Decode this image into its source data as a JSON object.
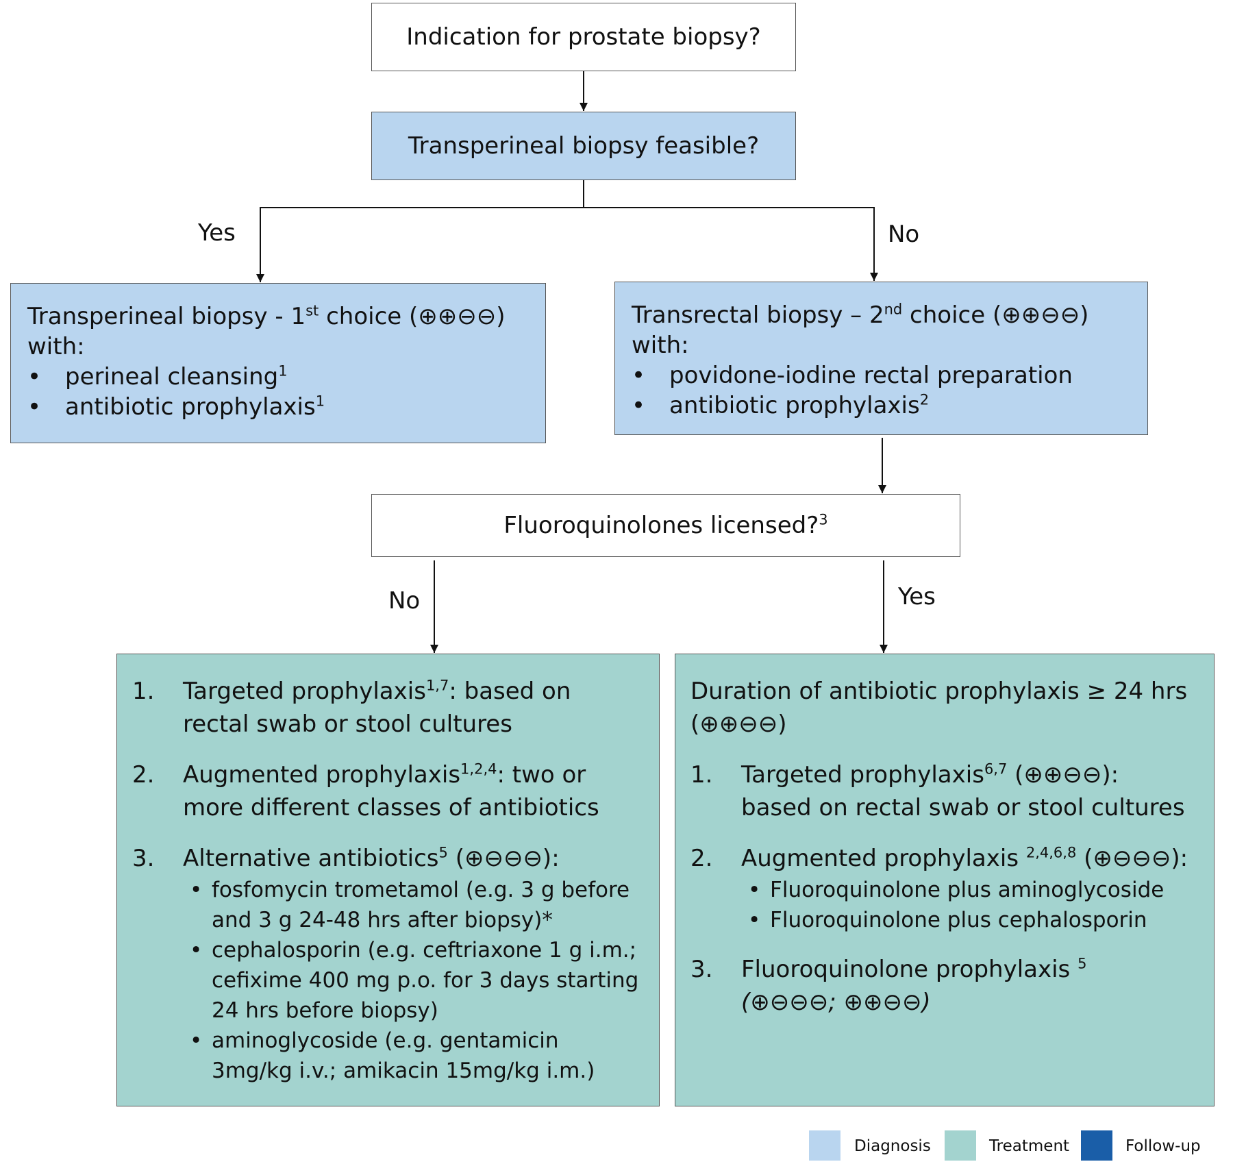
{
  "nodes": {
    "indication": "Indication for prostate biopsy?",
    "feasible": "Transperineal biopsy feasible?",
    "transperineal": {
      "title": "Transperineal biopsy - 1",
      "title_sup": "st",
      "title_rest": " choice (⊕⊕⊖⊖)",
      "with": "with:",
      "items": [
        {
          "text": "perineal cleansing",
          "sup": "1"
        },
        {
          "text": "antibiotic prophylaxis",
          "sup": "1"
        }
      ]
    },
    "transrectal": {
      "title": "Transrectal biopsy – 2",
      "title_sup": "nd",
      "title_rest": " choice (⊕⊕⊖⊖)",
      "with": "with:",
      "items": [
        {
          "text": "povidone-iodine rectal preparation",
          "sup": ""
        },
        {
          "text": "antibiotic prophylaxis",
          "sup": "2"
        }
      ]
    },
    "fluoro": {
      "text": "Fluoroquinolones licensed?",
      "sup": "3"
    },
    "no_fq": {
      "items": [
        {
          "num": "1.",
          "lead": "Targeted prophylaxis",
          "sup": "1,7",
          "rest": ": based on rectal swab or stool cultures"
        },
        {
          "num": "2.",
          "lead": "Augmented prophylaxis",
          "sup": "1,2,4",
          "rest": ": two or more different classes of antibiotics"
        },
        {
          "num": "3.",
          "lead": "Alternative antibiotics",
          "sup": "5",
          "rest": " (⊕⊖⊖⊖):"
        }
      ],
      "sub": [
        "fosfomycin trometamol (e.g. 3 g before and 3 g 24-48 hrs after biopsy)*",
        "cephalosporin (e.g. ceftriaxone 1 g i.m.; cefixime 400 mg p.o. for 3 days starting 24 hrs before biopsy)",
        "aminoglycoside (e.g. gentamicin 3mg/kg i.v.; amikacin 15mg/kg i.m.)"
      ]
    },
    "yes_fq": {
      "intro": "Duration of antibiotic prophylaxis ≥ 24 hrs (⊕⊕⊖⊖)",
      "items": [
        {
          "num": "1.",
          "lead": "Targeted prophylaxis",
          "sup": "6,7",
          "rest": " (⊕⊕⊖⊖): based on rectal swab or stool cultures"
        },
        {
          "num": "2.",
          "lead": "Augmented prophylaxis ",
          "sup": "2,4,6,8",
          "rest": " (⊕⊖⊖⊖):"
        },
        {
          "num": "3.",
          "lead": "Fluoroquinolone prophylaxis ",
          "sup": "5",
          "rest": ""
        }
      ],
      "sub": [
        "Fluoroquinolone plus aminoglycoside",
        "Fluoroquinolone plus cephalosporin"
      ],
      "item3_grade": "(⊕⊖⊖⊖; ⊕⊕⊖⊖)"
    }
  },
  "edge_labels": {
    "yes_left": "Yes",
    "no_right": "No",
    "no_bottom": "No",
    "yes_bottom": "Yes"
  },
  "legend": [
    {
      "label": "Diagnosis",
      "color": "#b9d5ef"
    },
    {
      "label": "Treatment",
      "color": "#a3d3cf"
    },
    {
      "label": "Follow-up",
      "color": "#1a5ea8"
    }
  ]
}
